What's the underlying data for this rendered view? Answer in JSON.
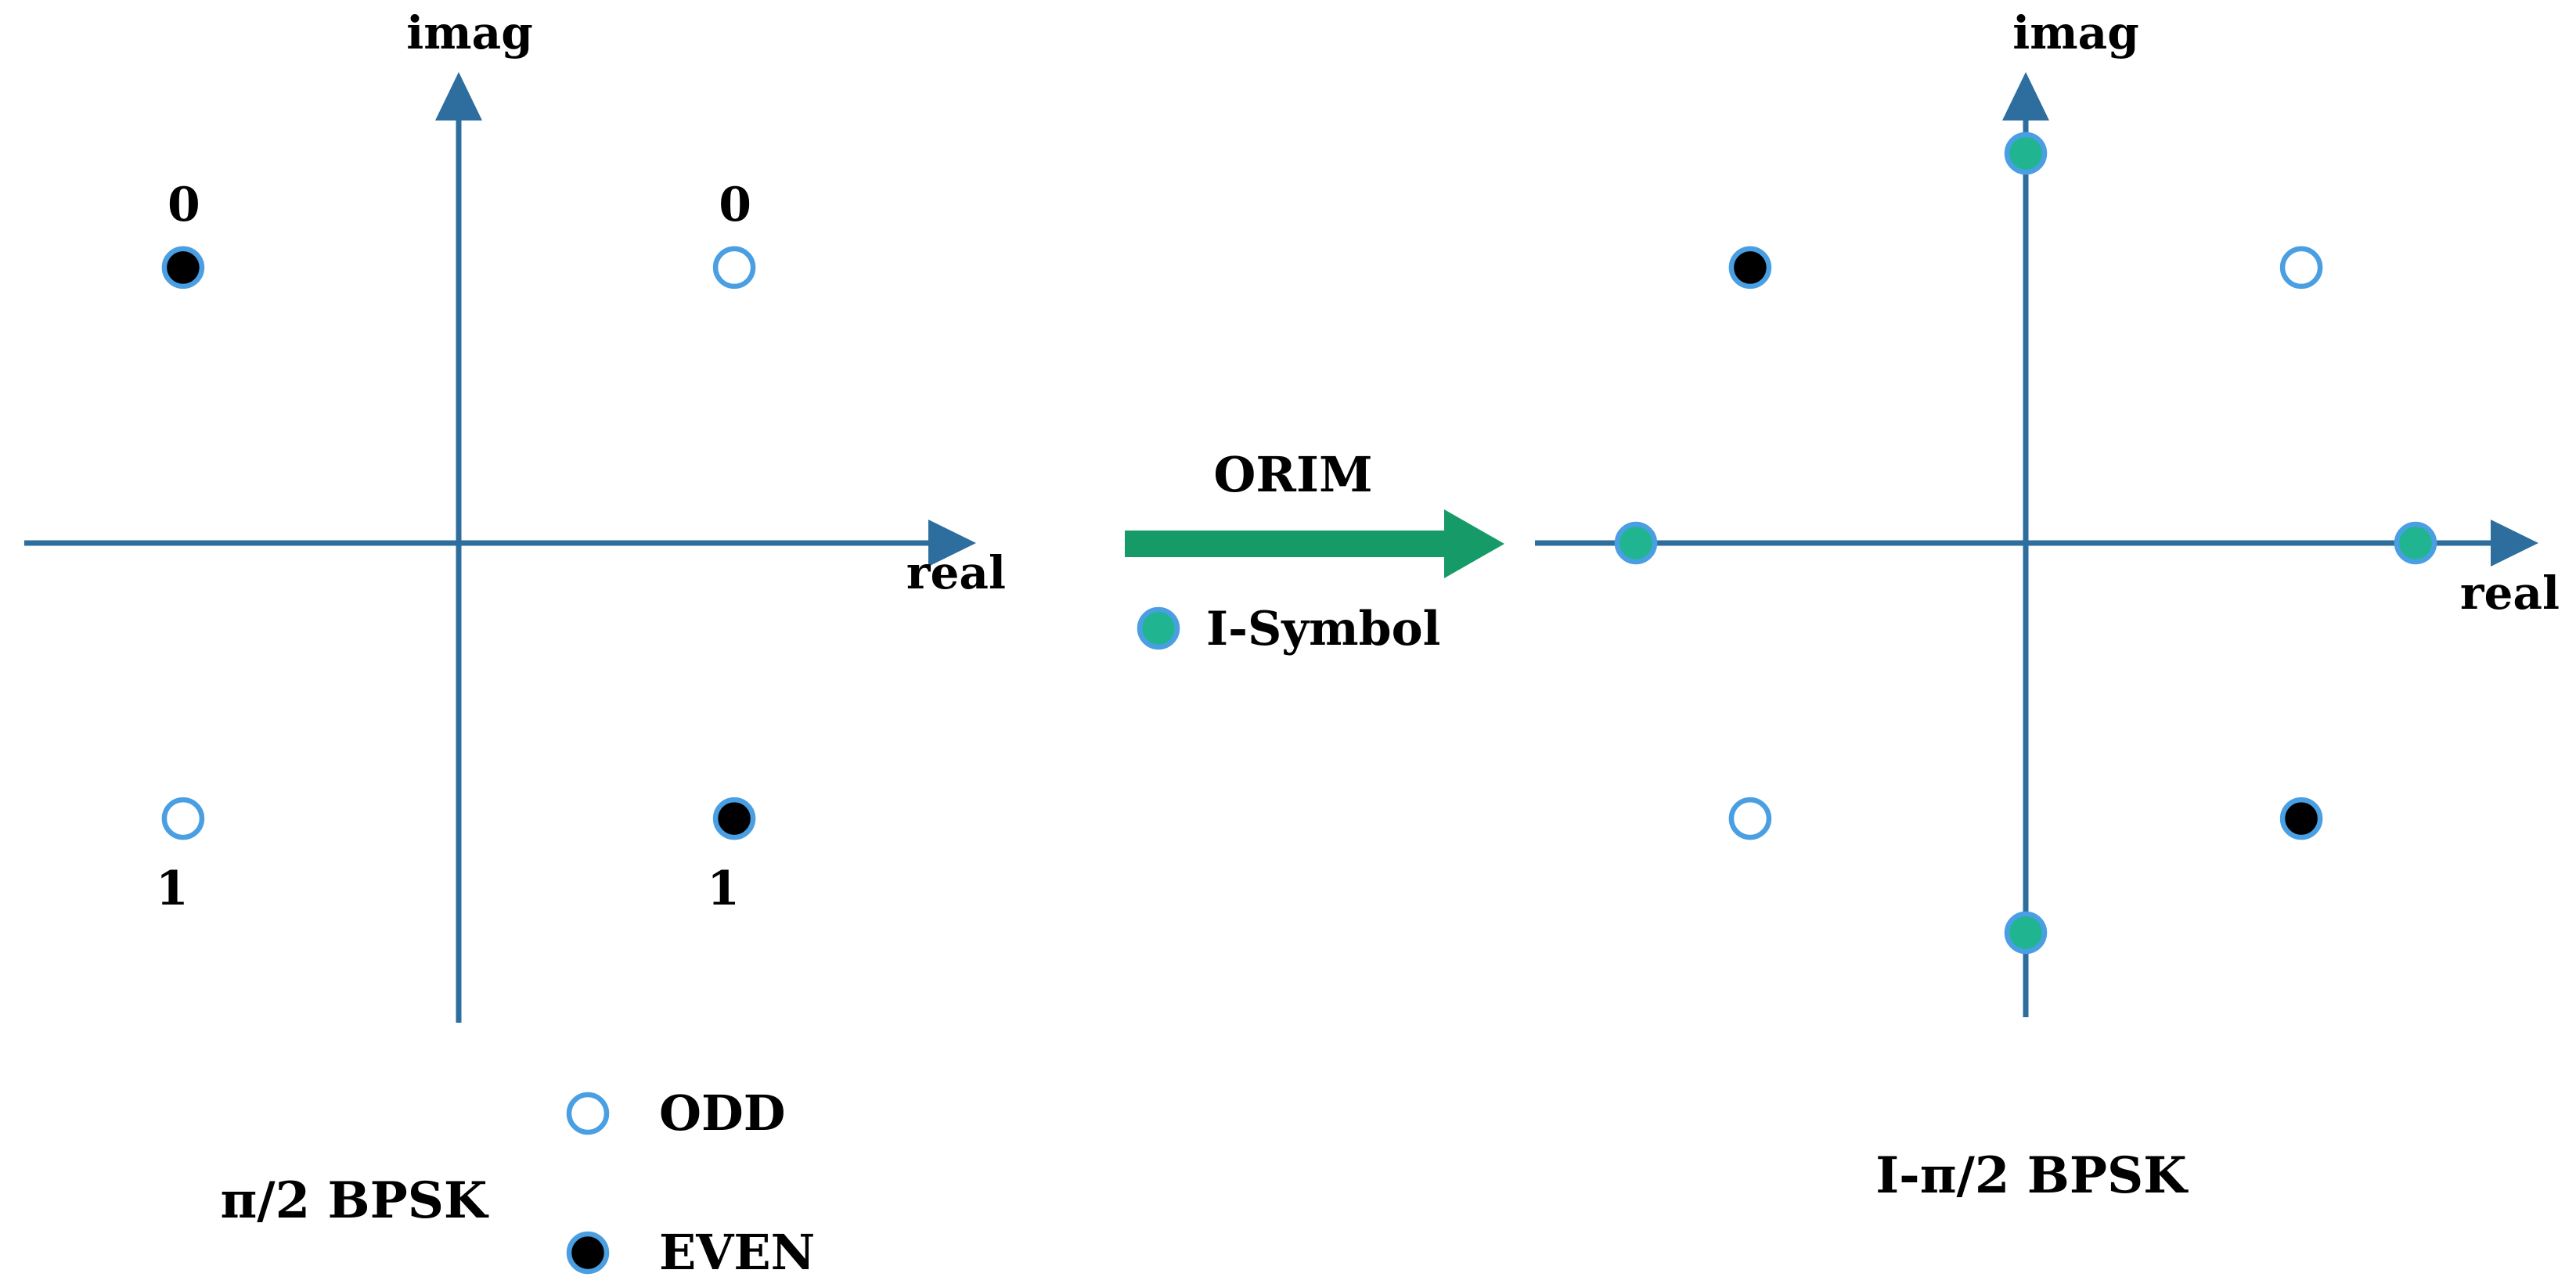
{
  "colors": {
    "axis": "#2d6e9f",
    "ring": "#4a9fe3",
    "odd_fill": "#ffffff",
    "even_fill": "#000000",
    "i_fill": "#20b491",
    "arrow": "#169b68",
    "left_title": "#38a7ca",
    "right_title": "#17a54b",
    "text": "#000000"
  },
  "left_plot": {
    "title": "π/2 BPSK",
    "x_axis_label": "real",
    "y_axis_label": "imag",
    "points": [
      {
        "x": -0.707,
        "y": 0.707,
        "type": "even",
        "bit": "0",
        "bit_pos": "above"
      },
      {
        "x": 0.707,
        "y": 0.707,
        "type": "odd",
        "bit": "0",
        "bit_pos": "above"
      },
      {
        "x": -0.707,
        "y": -0.707,
        "type": "odd",
        "bit": "1",
        "bit_pos": "below"
      },
      {
        "x": 0.707,
        "y": -0.707,
        "type": "even",
        "bit": "1",
        "bit_pos": "below"
      }
    ]
  },
  "right_plot": {
    "title": "I-π/2 BPSK",
    "x_axis_label": "real",
    "y_axis_label": "imag",
    "points": [
      {
        "x": 0,
        "y": 1,
        "type": "i"
      },
      {
        "x": 0,
        "y": -1,
        "type": "i"
      },
      {
        "x": -1,
        "y": 0,
        "type": "i"
      },
      {
        "x": 1,
        "y": 0,
        "type": "i"
      },
      {
        "x": -0.707,
        "y": 0.707,
        "type": "even"
      },
      {
        "x": 0.707,
        "y": 0.707,
        "type": "odd"
      },
      {
        "x": -0.707,
        "y": -0.707,
        "type": "odd"
      },
      {
        "x": 0.707,
        "y": -0.707,
        "type": "even"
      }
    ]
  },
  "transform_arrow": {
    "label": "ORIM"
  },
  "i_symbol_legend": {
    "label": "I-Symbol"
  },
  "marker_legend": [
    {
      "type": "odd",
      "label": "ODD"
    },
    {
      "type": "even",
      "label": "EVEN"
    }
  ]
}
